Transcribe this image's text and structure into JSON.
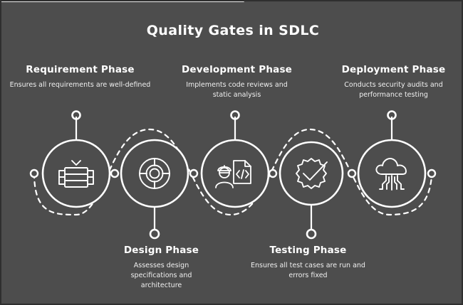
{
  "title": "Quality Gates in SDLC",
  "theme": {
    "background": "#4d4d4d",
    "border": "#2f2f2f",
    "stroke": "#ffffff",
    "text": "#ffffff",
    "muted_text": "#f0f0f0"
  },
  "phases": [
    {
      "id": "requirement",
      "title": "Requirement Phase",
      "desc": "Ensures all requirements are well-defined",
      "icon": "document-stack-check-icon",
      "label_position": "top"
    },
    {
      "id": "design",
      "title": "Design Phase",
      "desc": "Assesses design specifications and architecture",
      "icon": "segmented-wheel-icon",
      "label_position": "bottom"
    },
    {
      "id": "development",
      "title": "Development Phase",
      "desc": "Implements code reviews and static analysis",
      "icon": "developer-code-file-icon",
      "label_position": "top"
    },
    {
      "id": "testing",
      "title": "Testing Phase",
      "desc": "Ensures all test cases are run and errors fixed",
      "icon": "gear-check-icon",
      "label_position": "bottom"
    },
    {
      "id": "deployment",
      "title": "Deployment Phase",
      "desc": "Conducts security audits and performance testing",
      "icon": "cloud-circuit-icon",
      "label_position": "top"
    }
  ]
}
